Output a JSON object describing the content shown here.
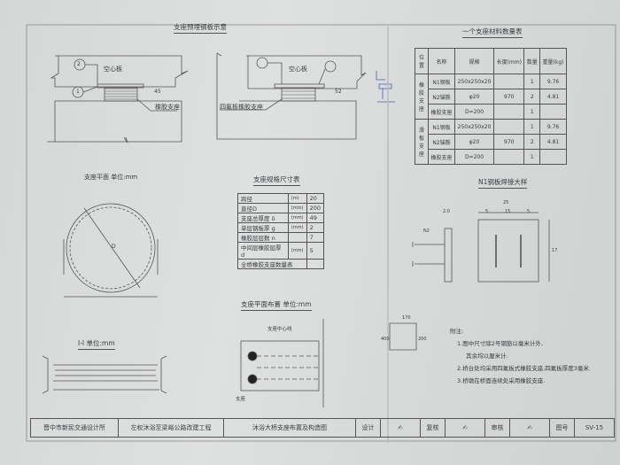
{
  "embed_sketch": {
    "title": "支座预埋钢板示意",
    "hollow_slab": "空心板",
    "rubber_bearing": "橡胶支座",
    "ptfe_bearing": "四氟板橡胶支座",
    "height_left": "45",
    "height_right": "52",
    "marker_1": "1",
    "marker_2": "2"
  },
  "bearing_plan": {
    "title": "支座平面 单位:mm",
    "dim": "D"
  },
  "spec_table": {
    "title": "支座规格尺寸表",
    "rows": [
      {
        "label": "跨径",
        "unit": "(m)",
        "value": "20"
      },
      {
        "label": "直径D",
        "unit": "(mm)",
        "value": "200"
      },
      {
        "label": "支座总厚度 δ",
        "unit": "(mm)",
        "value": "49"
      },
      {
        "label": "单层钢板厚 g",
        "unit": "(mm)",
        "value": "2"
      },
      {
        "label": "橡胶层层数 n",
        "unit": "",
        "value": "7"
      },
      {
        "label": "中间层橡胶层厚 d",
        "unit": "(mm)",
        "value": "5"
      },
      {
        "label": "全桥橡胶支座数量表",
        "unit": "",
        "value": ""
      }
    ]
  },
  "material_table": {
    "title": "一个支座材料数量表",
    "headers": [
      "位置",
      "名称",
      "规格",
      "长度(mm)",
      "数量",
      "重量(kg)"
    ],
    "groups": [
      {
        "position": "橡胶支座",
        "rows": [
          {
            "name": "N1钢板",
            "spec": "250x250x20",
            "length": "",
            "qty": "1",
            "weight": "9.76"
          },
          {
            "name": "N2锚筋",
            "spec": "φ20",
            "length": "970",
            "qty": "2",
            "weight": "4.81"
          },
          {
            "name": "橡胶支座",
            "spec": "D=200",
            "length": "",
            "qty": "1",
            "weight": ""
          }
        ]
      },
      {
        "position": "滑板支座",
        "rows": [
          {
            "name": "N1钢板",
            "spec": "250x250x20",
            "length": "",
            "qty": "1",
            "weight": "9.76"
          },
          {
            "name": "N2锚筋",
            "spec": "φ20",
            "length": "970",
            "qty": "2",
            "weight": "4.81"
          },
          {
            "name": "橡胶支座",
            "spec": "D=200",
            "length": "",
            "qty": "1",
            "weight": ""
          }
        ]
      }
    ]
  },
  "weld_detail": {
    "title": "N1钢板焊接大样",
    "dims": [
      "2.0",
      "25",
      "5",
      "15",
      "5",
      "17"
    ],
    "n2": "N2"
  },
  "layout_plan": {
    "title": "支座平面布置 单位:mm",
    "centerline": "支座中心线",
    "support": "支座"
  },
  "section": {
    "title": "I-I 单位:mm"
  },
  "rebar_sketch": {
    "dims": [
      "170",
      "400",
      "200"
    ]
  },
  "notes": {
    "title": "附注:",
    "items": [
      "1.图中尺寸除2号钢筋以毫米计外,",
      "  其余均以厘米计.",
      "2.桥台处均采用四氟板式橡胶支座,四氟板厚度3毫米.",
      "3.桥墩在桥面连续处采用橡胶支座."
    ]
  },
  "title_block": {
    "org": "晋中市新民交通设计所",
    "project": "左权沐浴至梁峪公路改建工程",
    "drawing": "沐浴大桥支座布置及构造图",
    "design_label": "设计",
    "check_label": "复核",
    "review_label": "审核",
    "number_label": "图号",
    "number": "SV-15"
  }
}
